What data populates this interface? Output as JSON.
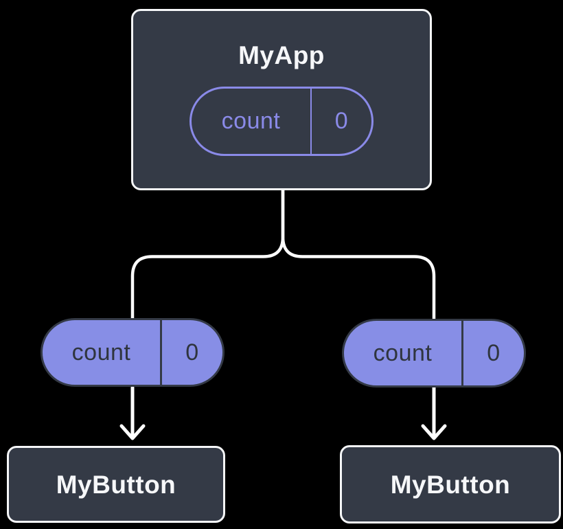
{
  "diagram": {
    "description": "React component tree showing state lifted to parent and passed down as props",
    "root": {
      "title": "MyApp",
      "state": {
        "label": "count",
        "value": "0"
      }
    },
    "left_branch": {
      "prop": {
        "label": "count",
        "value": "0"
      },
      "button": {
        "title": "MyButton"
      }
    },
    "right_branch": {
      "prop": {
        "label": "count",
        "value": "0"
      },
      "button": {
        "title": "MyButton"
      }
    },
    "colors": {
      "background": "#000000",
      "node_fill": "#343A46",
      "node_border": "#F6F7F9",
      "node_text": "#F6F7F9",
      "state_pill_outline": "#8A8AE8",
      "prop_pill_fill": "#878EE6",
      "prop_pill_text": "#2F353E",
      "connector": "#FFFFFF"
    }
  }
}
